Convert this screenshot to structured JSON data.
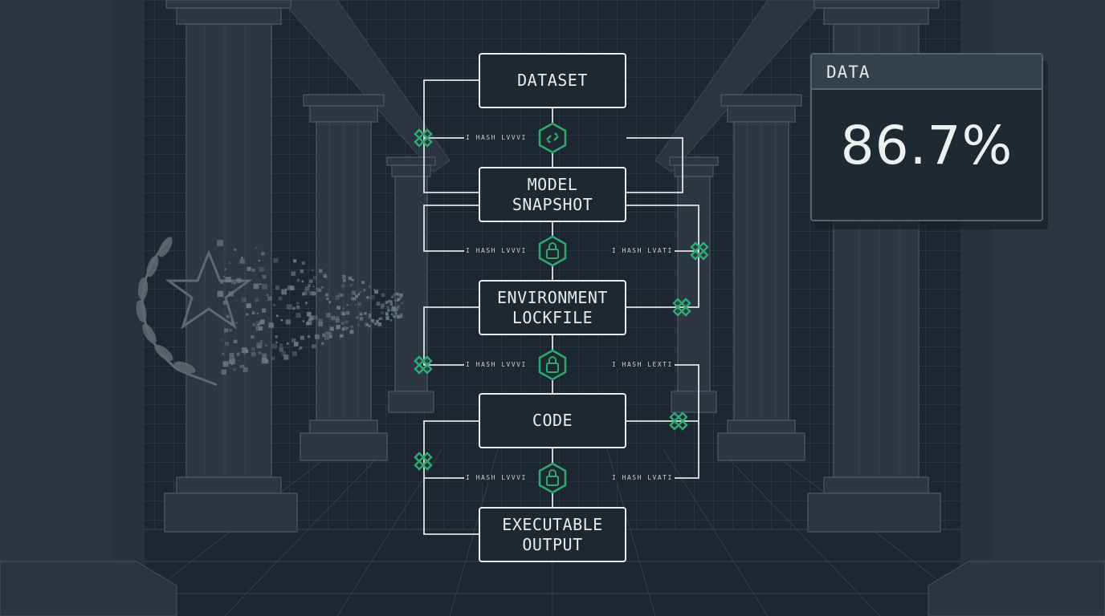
{
  "nodes": [
    {
      "id": "dataset",
      "lines": [
        "DATASET"
      ]
    },
    {
      "id": "model-snapshot",
      "lines": [
        "MODEL",
        "SNAPSHOT"
      ]
    },
    {
      "id": "environment-lockfile",
      "lines": [
        "ENVIRONMENT",
        "LOCKFILE"
      ]
    },
    {
      "id": "code",
      "lines": [
        "CODE"
      ]
    },
    {
      "id": "executable-output",
      "lines": [
        "EXECUTABLE",
        "OUTPUT"
      ]
    }
  ],
  "hash_labels": {
    "row1_left": "I HASH LVVVI",
    "row2_left": "I HASH LVVVI",
    "row2_right": "I HASH LVATI",
    "row3_left": "I HASH LVVVI",
    "row3_right": "I HASH LEXTI",
    "row4_left": "I HASH LVVVI",
    "row4_right": "I HASH LVATI"
  },
  "metric_card": {
    "label": "DATA",
    "value": "86.7%"
  },
  "colors": {
    "background": "#1c2630",
    "accent_green": "#2fa874",
    "line": "#e8ecee",
    "card_border": "#56636d"
  },
  "icons": [
    "lock-icon",
    "broken-link-icon",
    "link-icon",
    "laurel-star-emblem"
  ]
}
